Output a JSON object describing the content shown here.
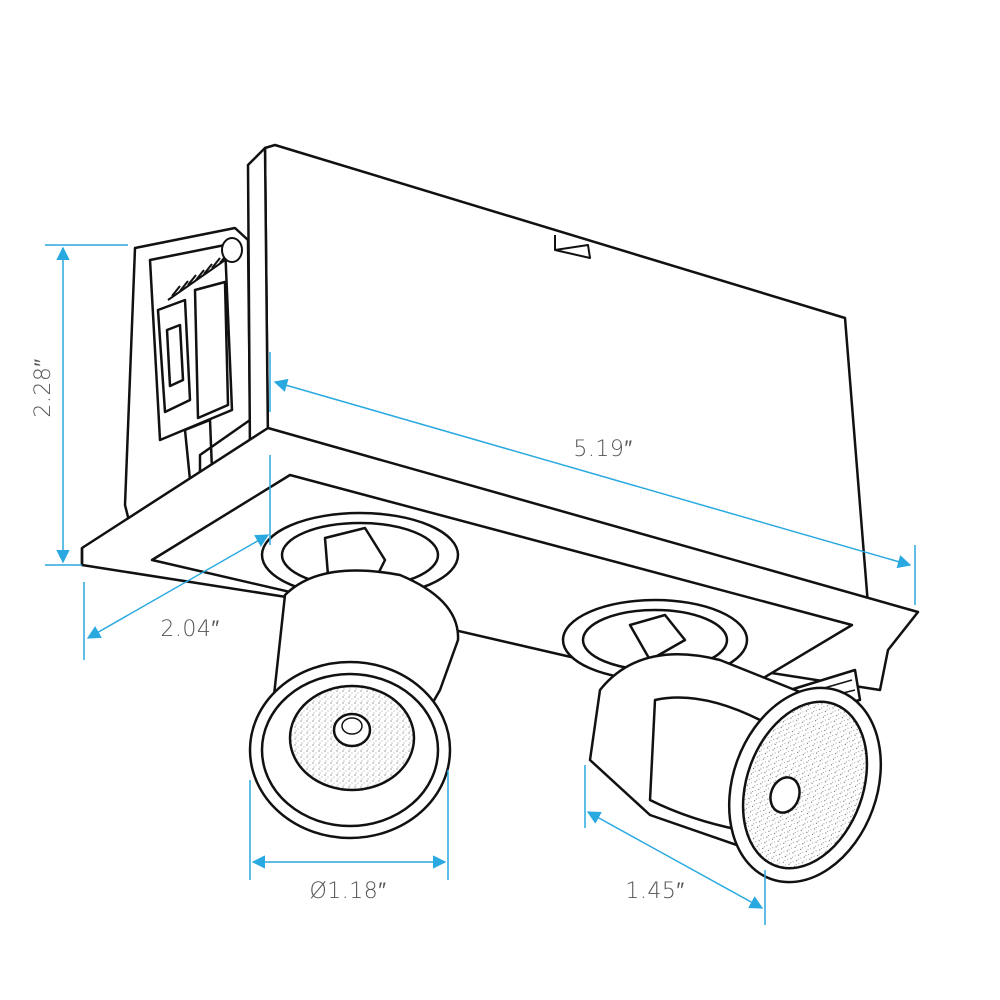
{
  "dimensions": {
    "height": "2.28″",
    "length": "5.19″",
    "width": "2.04″",
    "diameter": "Ø1.18″",
    "head_length": "1.45″"
  },
  "colors": {
    "dimension_line": "#29a9e0",
    "outline": "#111111",
    "label_text": "#555555",
    "background": "#ffffff"
  }
}
